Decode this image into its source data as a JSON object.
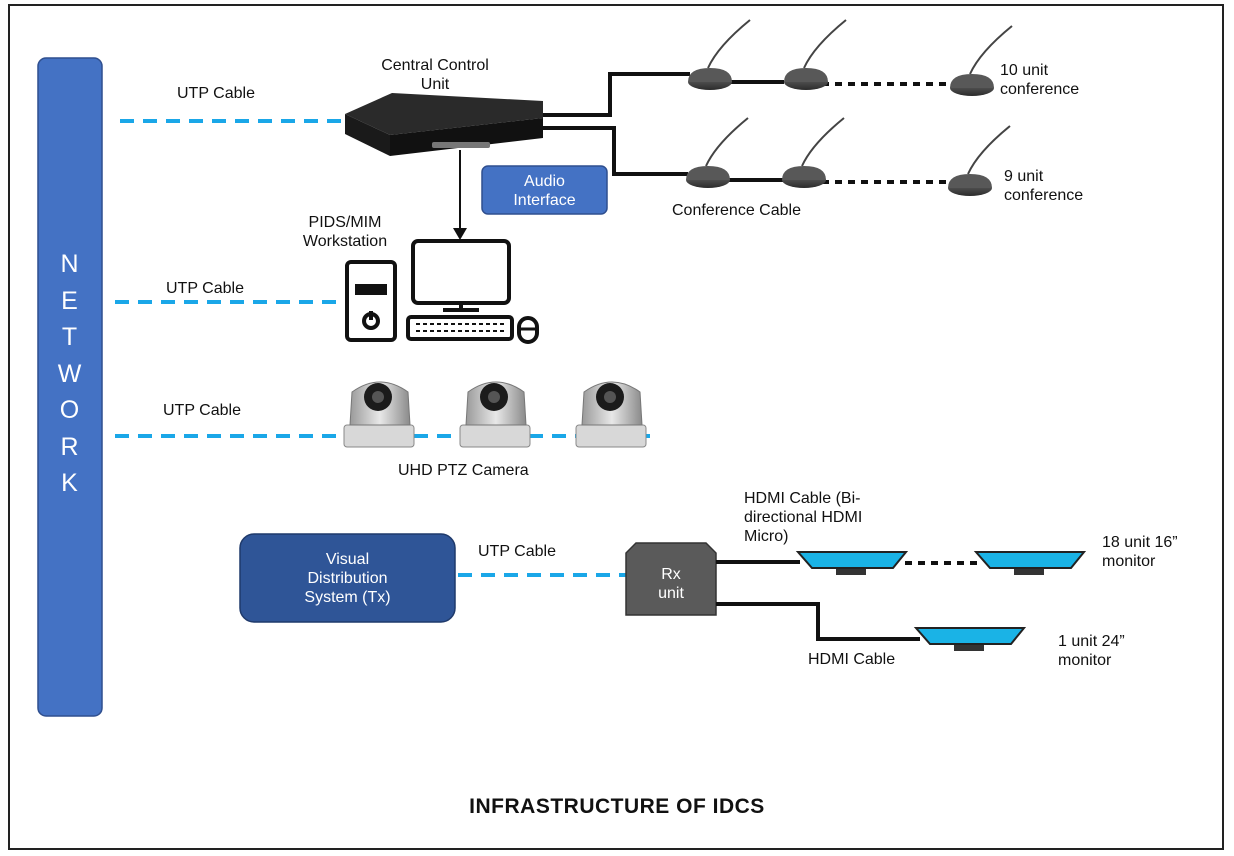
{
  "network": {
    "letters": [
      "N",
      "E",
      "T",
      "W",
      "O",
      "R",
      "K"
    ]
  },
  "labels": {
    "utp_cable": "UTP Cable",
    "central_control_unit": "Central Control\nUnit",
    "audio_interface": "Audio\nInterface",
    "conference_cable": "Conference Cable",
    "conference_10": "10 unit\nconference",
    "conference_9": "9 unit\nconference",
    "workstation": "PIDS/MIM\nWorkstation",
    "ptz_camera": "UHD PTZ Camera",
    "visual_distribution": "Visual\nDistribution\nSystem (Tx)",
    "rx_unit": "Rx\nunit",
    "hdmi_bidirectional": "HDMI Cable (Bi-\ndirectional HDMI\nMicro)",
    "hdmi_cable": "HDMI Cable",
    "monitor_16": "18 unit 16”\nmonitor",
    "monitor_24": "1 unit 24”\nmonitor"
  },
  "title": "INFRASTRUCTURE OF IDCS",
  "colors": {
    "network_bar": "#4472c4",
    "utp_dash": "#1aa7e8",
    "box_dark": "#2f5597",
    "audio_box": "#4472c4",
    "rx_unit": "#5a5a5a",
    "monitor_screen": "#1ab3e6"
  }
}
